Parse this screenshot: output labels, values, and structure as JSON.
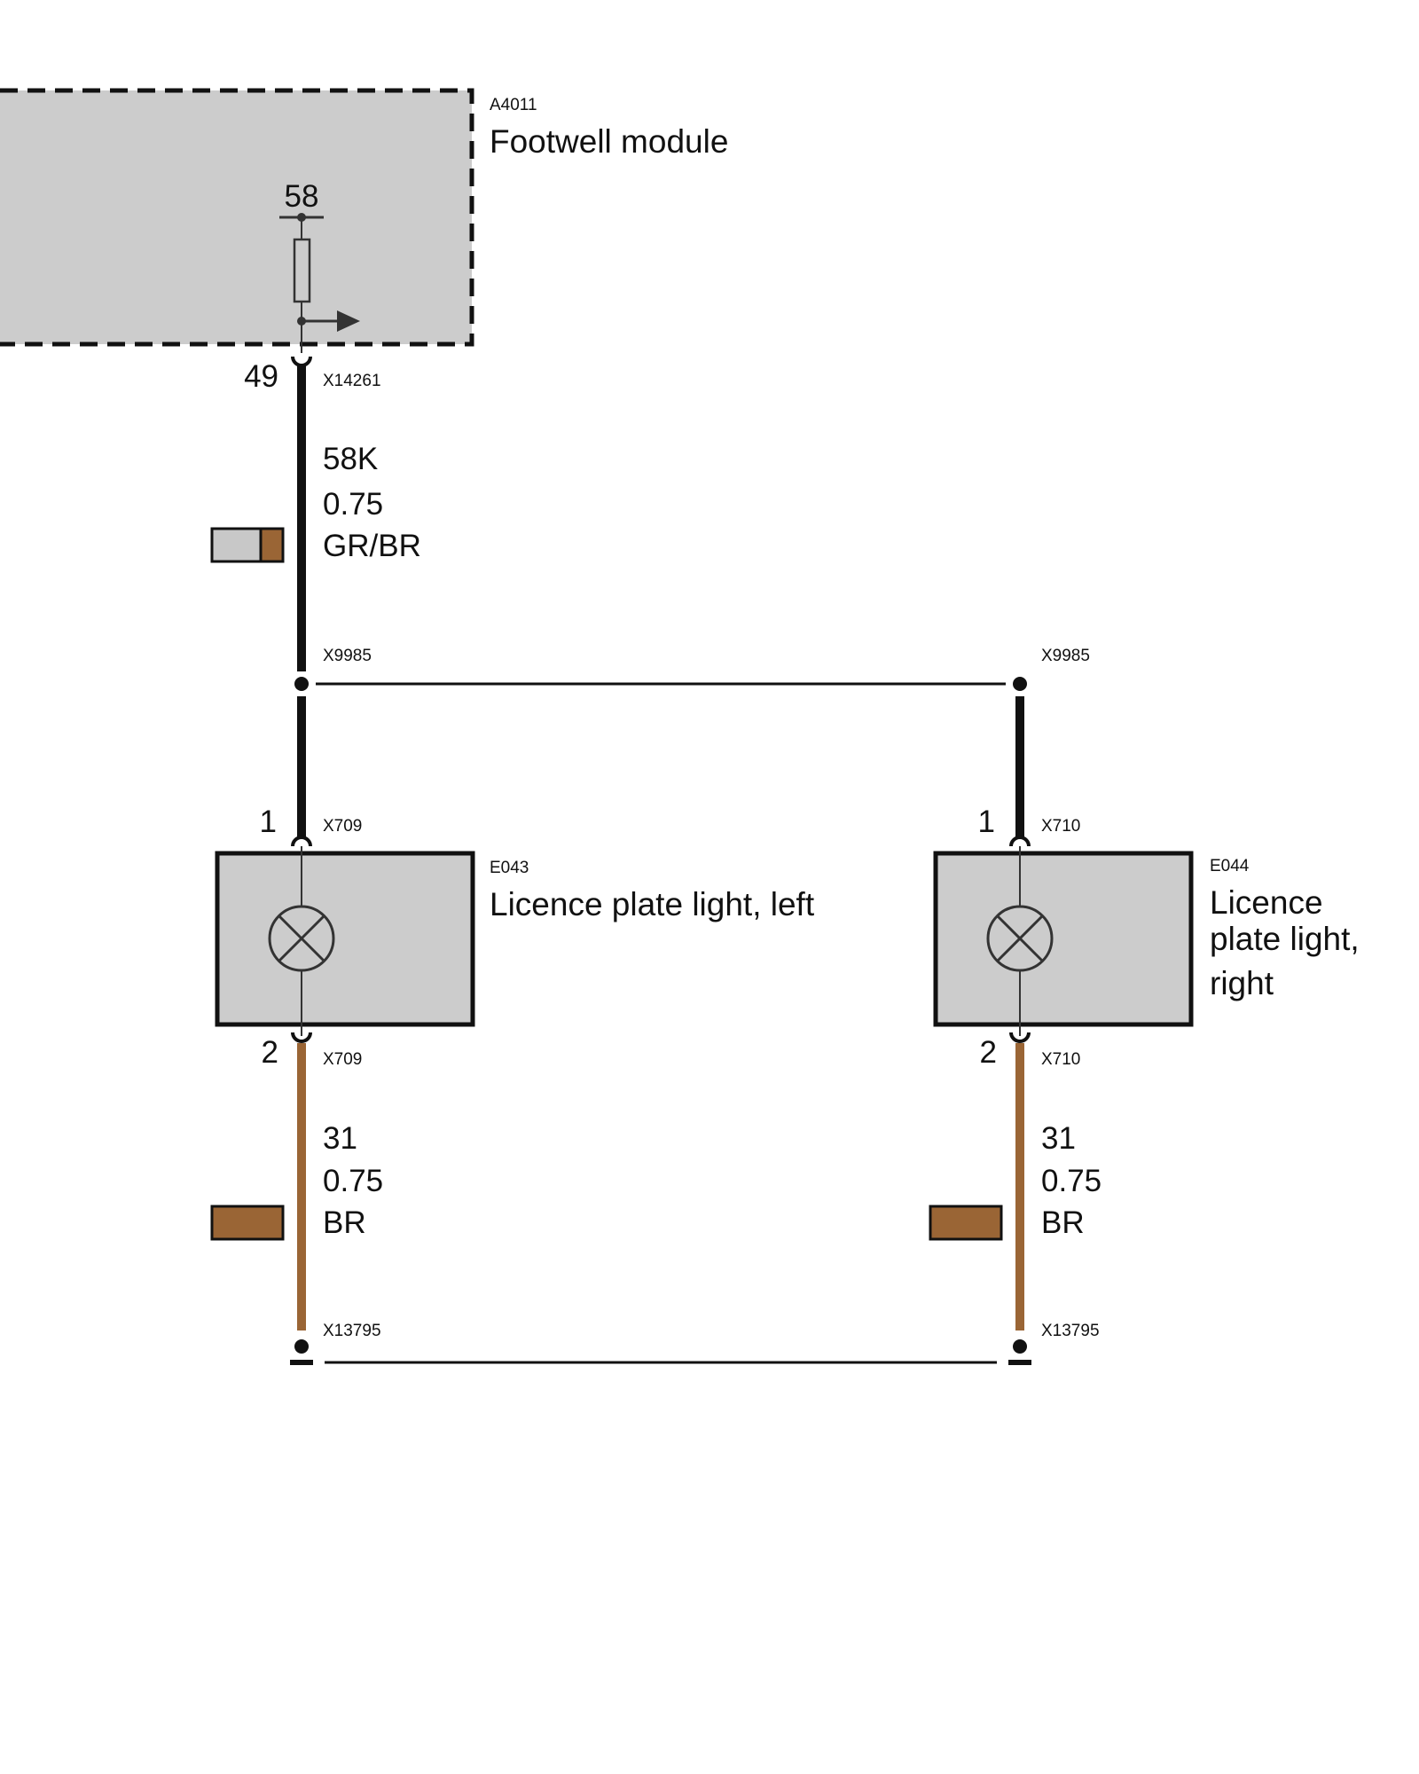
{
  "colors": {
    "module_fill": "#cccccc",
    "wire_black": "#111111",
    "wire_brown": "#9a6535",
    "swatch_grey": "#c8c8c8",
    "swatch_brown": "#9a6535"
  },
  "module": {
    "id": "A4011",
    "name": "Footwell module",
    "pin_top": "58",
    "pin_out": "49",
    "connector": "X14261"
  },
  "wire_58k": {
    "circuit": "58K",
    "size": "0.75",
    "color": "GR/BR"
  },
  "splice": {
    "left": "X9985",
    "right": "X9985"
  },
  "lamp_left": {
    "id": "E043",
    "name": "Licence plate light, left",
    "pin_top": "1",
    "pin_bottom": "2",
    "connector_top": "X709",
    "connector_bottom": "X709",
    "icon": "bulb-icon"
  },
  "lamp_right": {
    "id": "E044",
    "name_line1": "Licence",
    "name_line2": "plate light,",
    "name_line3": "right",
    "pin_top": "1",
    "pin_bottom": "2",
    "connector_top": "X710",
    "connector_bottom": "X710",
    "icon": "bulb-icon"
  },
  "wire_31_left": {
    "circuit": "31",
    "size": "0.75",
    "color": "BR"
  },
  "wire_31_right": {
    "circuit": "31",
    "size": "0.75",
    "color": "BR"
  },
  "ground": {
    "left": "X13795",
    "right": "X13795"
  }
}
